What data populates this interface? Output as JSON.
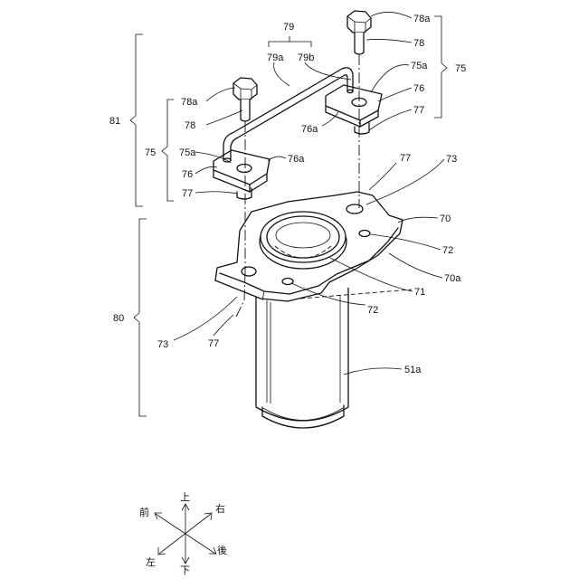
{
  "labels": {
    "n78a_top": "78a",
    "n78_top": "78",
    "n79": "79",
    "n79a": "79a",
    "n79b": "79b",
    "n75_right": "75",
    "n75a_right": "75a",
    "n76_right": "76",
    "n77_right": "77",
    "n76a_right": "76a",
    "n81": "81",
    "n78a_left": "78a",
    "n78_left": "78",
    "n75_left": "75",
    "n75a_left": "75a",
    "n76_left": "76",
    "n76a_left": "76a",
    "n77_left": "77",
    "n77_mid": "77",
    "n73_right": "73",
    "n70": "70",
    "n72_right": "72",
    "n70a": "70a",
    "n71": "71",
    "n72_bottom": "72",
    "n80": "80",
    "n73_left": "73",
    "n77_bottom": "77",
    "n51a": "51a"
  },
  "directions": {
    "up": "上",
    "down": "下",
    "front": "前",
    "right": "右",
    "left": "左",
    "back": "後"
  }
}
